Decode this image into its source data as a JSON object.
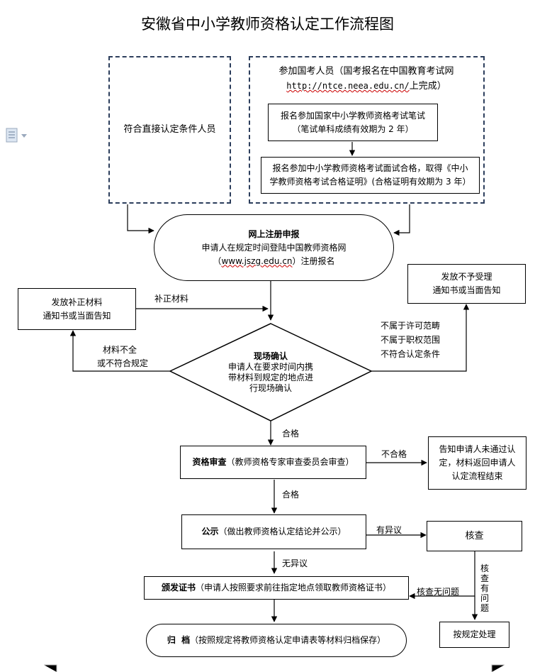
{
  "title": "安徽省中小学教师资格认定工作流程图",
  "direct_box": "符合直接认定条件人员",
  "exam_box": {
    "line1": "参加国考人员（国考报名在中国教育考试网",
    "line2_url": "http://ntce.neea.edu.cn/",
    "line2_suffix": "上完成）",
    "written": {
      "line1": "报名参加国家中小学教师资格考试笔试",
      "line2": "（笔试单科成绩有效期为 2 年）"
    },
    "interview": {
      "line1": "报名参加中小学教师资格考试面试合格，取得《中小",
      "line2": "学教师资格考试合格证明》(合格证明有效期为 3 年）"
    }
  },
  "online_register": {
    "heading": "网上注册申报",
    "line1": "申请人在规定时间登陆中国教师资格网",
    "line2_prefix": "（",
    "line2_url": "www.jszg.edu.cn",
    "line2_suffix": "）注册报名"
  },
  "supplement_notice": {
    "line1": "发放补正材料",
    "line2": "通知书或当面告知"
  },
  "reject_notice": {
    "line1": "发放不予受理",
    "line2": "通知书或当面告知"
  },
  "labels": {
    "supplement": "补正材料",
    "incomplete_1": "材料不全",
    "incomplete_2": "或不符合规定",
    "not_scope_1": "不属于许可范畴",
    "not_scope_2": "不属于职权范围",
    "not_scope_3": "不符合认定条件",
    "pass_1": "合格",
    "fail": "不合格",
    "pass_2": "合格",
    "objection": "有异议",
    "no_objection": "无异议",
    "check_ok": "核查无问题",
    "check_problem": [
      "核",
      "查",
      "有",
      "问",
      "题"
    ]
  },
  "onsite": {
    "heading": "现场确认",
    "line1": "申请人在要求时间内携",
    "line2": "带材料到规定的地点进",
    "line3": "行现场确认"
  },
  "review": {
    "heading": "资格审查",
    "detail": "（教师资格专家审查委员会审查）"
  },
  "fail_notice": {
    "line1": "告知申请人未通过认",
    "line2": "定，材料返回申请人",
    "line3": "认定流程结束"
  },
  "publicity": {
    "heading": "公示",
    "detail": "（做出教师资格认定结论并公示）"
  },
  "verify": "核查",
  "certificate": {
    "heading": "颁发证书",
    "detail": "（申请人按照要求前往指定地点领取教师资格证书）"
  },
  "handle": "按规定处理",
  "archive": {
    "heading": "归  档",
    "detail": "（按照规定将教师资格认定申请表等材料归档保存）"
  }
}
